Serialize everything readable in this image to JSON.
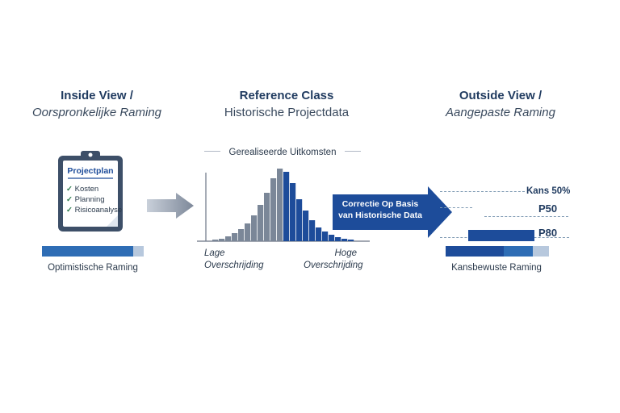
{
  "columns": {
    "inside": {
      "title": "Inside View /",
      "subtitle": "Oorspronkelijke Raming"
    },
    "reference": {
      "title": "Reference Class",
      "subtitle": "Historische Projectdata"
    },
    "outside": {
      "title": "Outside View /",
      "subtitle": "Aangepaste Raming"
    }
  },
  "clipboard": {
    "heading": "Projectplan",
    "items": [
      "Kosten",
      "Planning",
      "Risicoanalyse"
    ]
  },
  "inside_bar": {
    "caption": "Optimistische Raming",
    "fill_fraction": 0.9
  },
  "histogram": {
    "title": "Gerealiseerde Uitkomsten",
    "left_label_1": "Lage",
    "left_label_2": "Overschrijding",
    "right_label_1": "Hoge",
    "right_label_2": "Overschrijding",
    "heights": [
      2,
      3,
      6,
      10,
      15,
      22,
      32,
      45,
      60,
      78,
      90,
      86,
      72,
      52,
      38,
      26,
      17,
      12,
      8,
      5,
      3,
      2
    ],
    "split_index": 11,
    "colors": {
      "left": "#7b8798",
      "right": "#1d4c9a"
    }
  },
  "correction_arrow": {
    "line1": "Correctie Op Basis",
    "line2": "van Historische Data"
  },
  "outside": {
    "kans": "Kans 50%",
    "p50": "P50",
    "p80": "P80",
    "caption": "Kansbewuste Raming"
  },
  "colors": {
    "navy": "#1f3a5f",
    "blue": "#1d4c9a",
    "mid_blue": "#2e6db5",
    "light_blue": "#b7c8dd",
    "gray": "#8a96a8"
  }
}
